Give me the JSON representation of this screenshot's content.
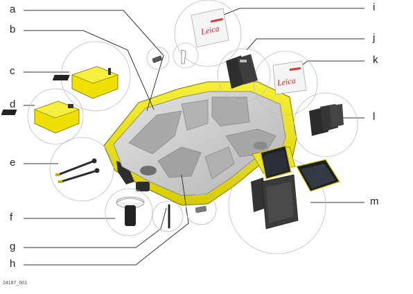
{
  "labels": {
    "a": "a",
    "b": "b",
    "c": "c",
    "d": "d",
    "e": "e",
    "f": "f",
    "g": "g",
    "h": "h",
    "i": "i",
    "j": "j",
    "k": "k",
    "l": "l",
    "m": "m"
  },
  "figure_id": "24187_001",
  "box_brand": "Leica",
  "colors": {
    "case_yellow": "#f2e600",
    "case_grey": "#c9c9c9",
    "case_dark": "#3a3a3a",
    "leader": "#333333"
  },
  "icons": [
    "case-icon",
    "charger-icon",
    "antenna-icon",
    "cable-icon",
    "tablet-icon",
    "battery-icon",
    "stylus-icon"
  ]
}
